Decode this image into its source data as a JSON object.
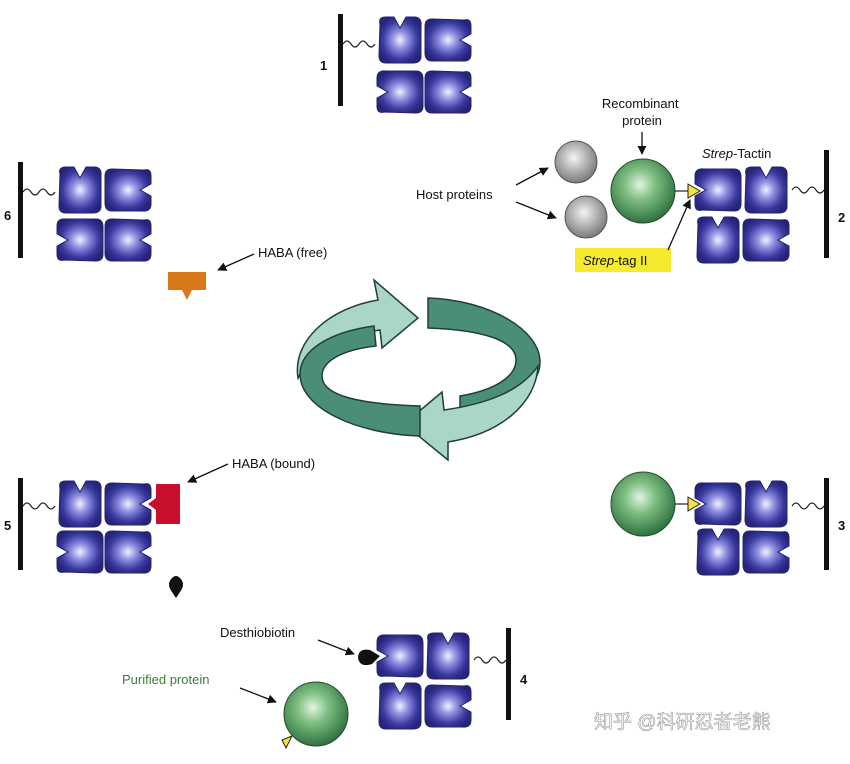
{
  "panels": [
    {
      "step": "1"
    },
    {
      "step": "2"
    },
    {
      "step": "3"
    },
    {
      "step": "4"
    },
    {
      "step": "5"
    },
    {
      "step": "6"
    }
  ],
  "labels": {
    "recombinant_protein_line1": "Recombinant",
    "recombinant_protein_line2": "protein",
    "strep_tactin_italic": "Strep",
    "strep_tactin_rest": "-Tactin",
    "host_proteins": "Host proteins",
    "strep_tag_italic": "Strep",
    "strep_tag_rest": "-tag II",
    "haba_free": "HABA (free)",
    "haba_bound": "HABA (bound)",
    "desthiobiotin": "Desthiobiotin",
    "purified_protein": "Purified protein"
  },
  "watermark": "知乎 @科研忍者老熊",
  "colors": {
    "tactin": "#3b3aa0",
    "tactin_highlight": "#e8e8ff",
    "recombinant_protein": "#3f8c52",
    "host_protein": "#9a9a9a",
    "strep_tag": "#f2e23a",
    "strep_tag_label_bg": "#f5ea2e",
    "haba_free": "#d9781a",
    "haba_bound": "#c8102e",
    "cycle_arrow_light": "#a9d6c8",
    "cycle_arrow_dark": "#4a8d78",
    "purified_label": "#3a7d3a"
  },
  "icons": {
    "cycle": "circular-arrows-icon",
    "arrow": "pointer-arrow-icon"
  }
}
